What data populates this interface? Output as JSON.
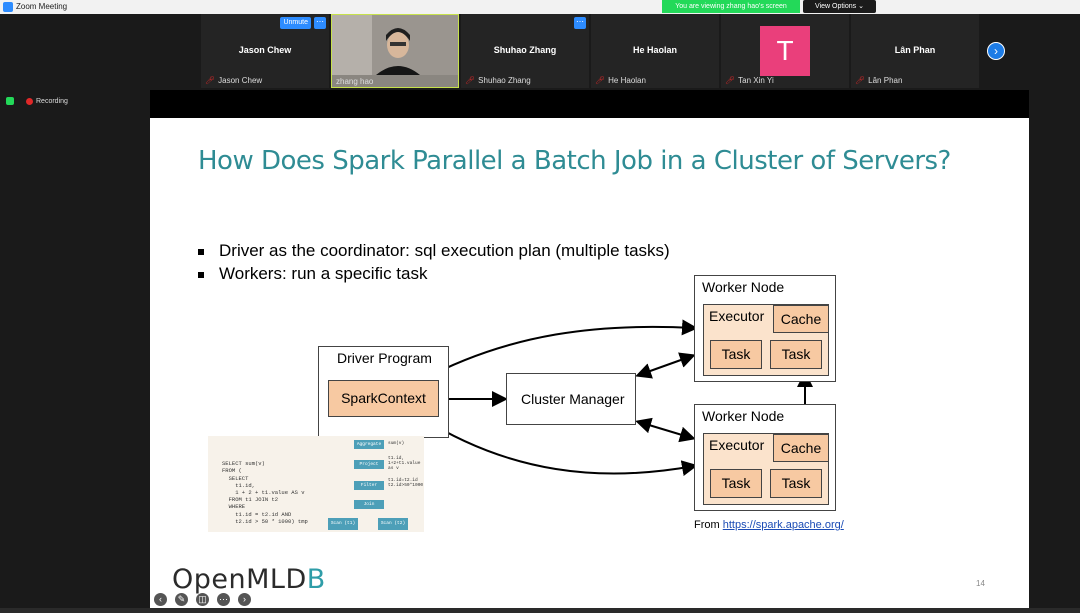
{
  "window": {
    "title": "Zoom Meeting"
  },
  "banner": {
    "viewing": "You are viewing zhang hao's screen",
    "view_options": "View Options ⌄"
  },
  "participants": [
    {
      "tile_name": "Jason Chew",
      "label": "Jason Chew",
      "muted": true,
      "unmute": "Unmute"
    },
    {
      "tile_name": "",
      "label": "zhang hao",
      "muted": false,
      "video": true
    },
    {
      "tile_name": "Shuhao Zhang",
      "label": "Shuhao Zhang",
      "muted": true
    },
    {
      "tile_name": "He Haolan",
      "label": "He Haolan",
      "muted": true
    },
    {
      "tile_name": "",
      "label": "Tan Xin Yi",
      "muted": true,
      "avatar_letter": "T"
    },
    {
      "tile_name": "Lân Phan",
      "label": "Lân Phan",
      "muted": true
    }
  ],
  "status": {
    "recording": "Recording"
  },
  "slide": {
    "title": "How Does Spark Parallel a Batch Job in a Cluster of Servers?",
    "bullets": [
      "Driver as the coordinator: sql execution plan (multiple tasks)",
      "Workers: run a specific task"
    ],
    "diagram": {
      "driver_program": "Driver Program",
      "spark_context": "SparkContext",
      "cluster_manager": "Cluster Manager",
      "worker_node": "Worker Node",
      "executor": "Executor",
      "cache": "Cache",
      "task": "Task"
    },
    "sql_panel": {
      "lines": [
        "SELECT sum(v)",
        "FROM (",
        "  SELECT",
        "    t1.id,",
        "    1 + 2 + t1.value AS v",
        "  FROM t1 JOIN t2",
        "  WHERE",
        "    t1.id = t2.id AND",
        "    t2.id > 50 * 1000) tmp"
      ],
      "nodes": [
        "Aggregate",
        "Project",
        "Filter",
        "Join",
        "Scan (t1)",
        "Scan (t2)"
      ],
      "notes": [
        "sum(v)",
        "t1.id, 1+2+t1.value as v",
        "t1.id=t2.id t2.id>50*1000"
      ]
    },
    "source_prefix": "From ",
    "source_link": "https://spark.apache.org/",
    "page_number": "14",
    "logo_main": "OpenMLD",
    "logo_accent": "B"
  },
  "colors": {
    "zoom_blue": "#2d8cff",
    "banner_green": "#23d959",
    "title_teal": "#2f8c94",
    "task_fill": "#f7c9a2",
    "executor_fill": "#fbe3cc"
  }
}
